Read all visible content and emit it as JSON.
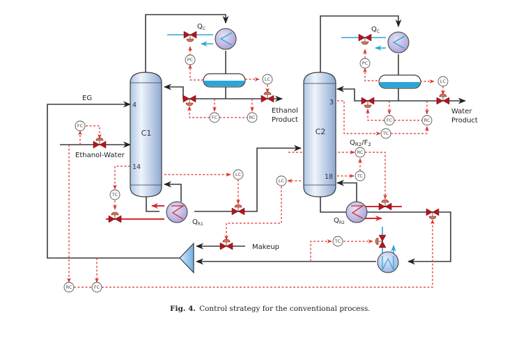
{
  "figure": {
    "caption_label": "Fig. 4.",
    "caption_text": "Control strategy for the conventional process."
  },
  "columns": [
    {
      "name": "C1",
      "feed_stage_top": "4",
      "feed_stage_bottom": "14"
    },
    {
      "name": "C2",
      "feed_stage_top": "3",
      "feed_stage_bottom": "18"
    }
  ],
  "streams": {
    "entrainer": "EG",
    "feed": "Ethanol-Water",
    "product1_line1": "Ethanol",
    "product1_line2": "Product",
    "product2_line1": "Water",
    "product2_line2": "Product",
    "makeup": "Makeup"
  },
  "duties": {
    "condenser_c1": "Q",
    "condenser_c1_sub": "C",
    "condenser_c2": "Q",
    "condenser_c2_sub": "C",
    "reboiler_c1": "Q",
    "reboiler_c1_sub": "R1",
    "reboiler_c2": "Q",
    "reboiler_c2_sub": "R2",
    "ratio_label": "Q",
    "ratio_sub": "R2",
    "ratio_suffix": "/F",
    "ratio_suffix_sub": "2"
  },
  "controllers": {
    "feed_fc": "FC",
    "c1_pc": "PC",
    "c1_reflux_lc": "LC",
    "c1_reflux_fc": "FC",
    "c1_reflux_rc": "RC",
    "c1_tc": "TC",
    "c1_sump_lc": "LC",
    "c2_pc": "PC",
    "c2_reflux_lc": "LC",
    "c2_reflux_fc": "FC",
    "c2_reflux_rc": "RC",
    "c2_top_tc": "TC",
    "c2_ratio_rc": "RC",
    "c2_bottom_tc": "TC",
    "c2_sump_lc": "LC",
    "cooler_tc": "TC",
    "recycle_rc": "RC",
    "recycle_fc": "FC"
  },
  "colors": {
    "process_line": "#3a3a3a",
    "signal_line": "#d9302a",
    "cooling_water": "#2aa6d8",
    "heating_medium": "#d02a34",
    "valve": "#b8141e",
    "valve_actuator": "#d9745a",
    "column_fill": "#c6d8ee",
    "exchanger_fill": "#c9c3e8",
    "drum_liquid": "#2aa6d8",
    "mixer_fill": "#9ccbee"
  }
}
